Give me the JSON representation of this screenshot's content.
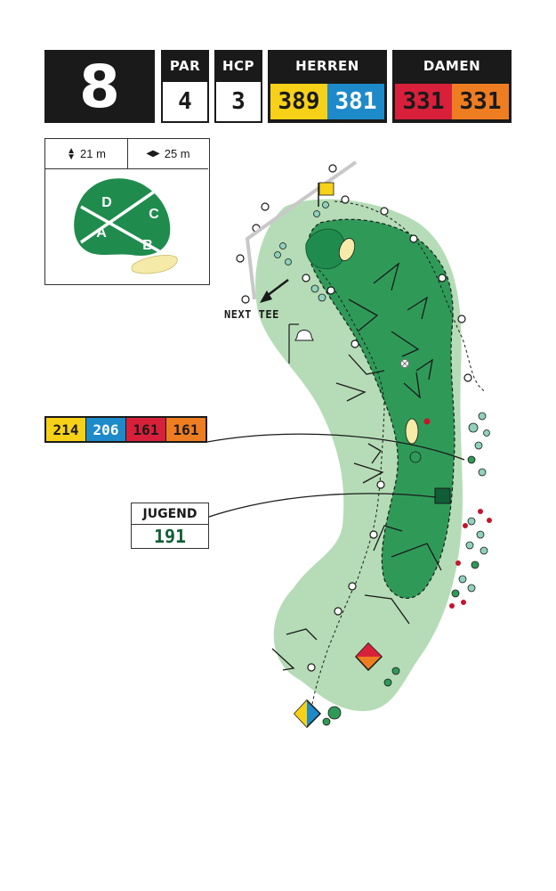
{
  "hole": {
    "number": "8",
    "par_label": "PAR",
    "par": "4",
    "hcp_label": "HCP",
    "hcp": "3"
  },
  "herren": {
    "label": "HERREN",
    "yellow": "389",
    "blue": "381"
  },
  "damen": {
    "label": "DAMEN",
    "red": "331",
    "orange": "331"
  },
  "green": {
    "depth": "21 m",
    "width": "25 m",
    "zones": [
      "D",
      "C",
      "A",
      "B"
    ]
  },
  "layup_distances": {
    "yellow": "214",
    "blue": "206",
    "red": "161",
    "orange": "161"
  },
  "jugend": {
    "label": "JUGEND",
    "distance": "191"
  },
  "next_tee_label": "NEXT TEE",
  "colors": {
    "yellow": "#f6d117",
    "blue": "#1f8ac9",
    "red": "#d8203b",
    "orange": "#ee7d22",
    "dark": "#1a1a1a",
    "rough": "#b5dcb6",
    "fairway": "#2f9a58",
    "green": "#1f8c4e",
    "jugend_green": "#0f5e36"
  }
}
